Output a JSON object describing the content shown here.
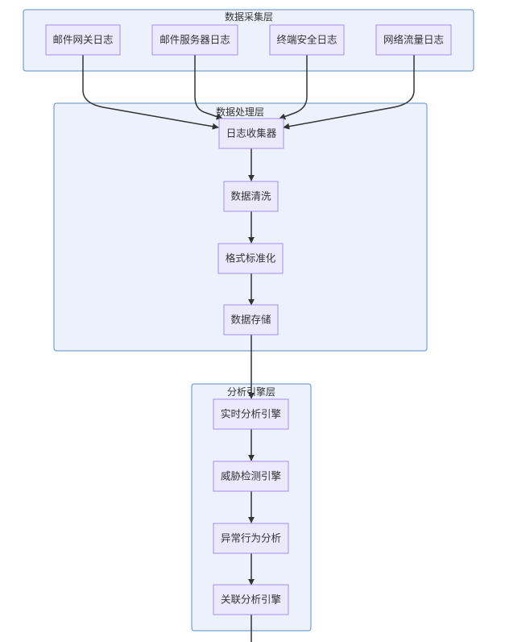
{
  "clusters": {
    "collection": {
      "title": "数据采集层"
    },
    "processing": {
      "title": "数据处理层"
    },
    "analysis": {
      "title": "分析引擎层"
    }
  },
  "nodes": {
    "mail_gateway_log": "邮件网关日志",
    "mail_server_log": "邮件服务器日志",
    "endpoint_security_log": "终端安全日志",
    "network_traffic_log": "网络流量日志",
    "log_collector": "日志收集器",
    "data_cleaning": "数据清洗",
    "format_normalization": "格式标准化",
    "data_storage": "数据存储",
    "realtime_engine": "实时分析引擎",
    "threat_detection_engine": "威胁检测引擎",
    "anomaly_behavior_analysis": "异常行为分析",
    "correlation_engine": "关联分析引擎"
  },
  "edges": [
    {
      "from": "mail_gateway_log",
      "to": "log_collector"
    },
    {
      "from": "mail_server_log",
      "to": "log_collector"
    },
    {
      "from": "endpoint_security_log",
      "to": "log_collector"
    },
    {
      "from": "network_traffic_log",
      "to": "log_collector"
    },
    {
      "from": "log_collector",
      "to": "data_cleaning"
    },
    {
      "from": "data_cleaning",
      "to": "format_normalization"
    },
    {
      "from": "format_normalization",
      "to": "data_storage"
    },
    {
      "from": "data_storage",
      "to": "realtime_engine"
    },
    {
      "from": "realtime_engine",
      "to": "threat_detection_engine"
    },
    {
      "from": "threat_detection_engine",
      "to": "anomaly_behavior_analysis"
    },
    {
      "from": "anomaly_behavior_analysis",
      "to": "correlation_engine"
    },
    {
      "from": "correlation_engine",
      "to": ""
    }
  ]
}
